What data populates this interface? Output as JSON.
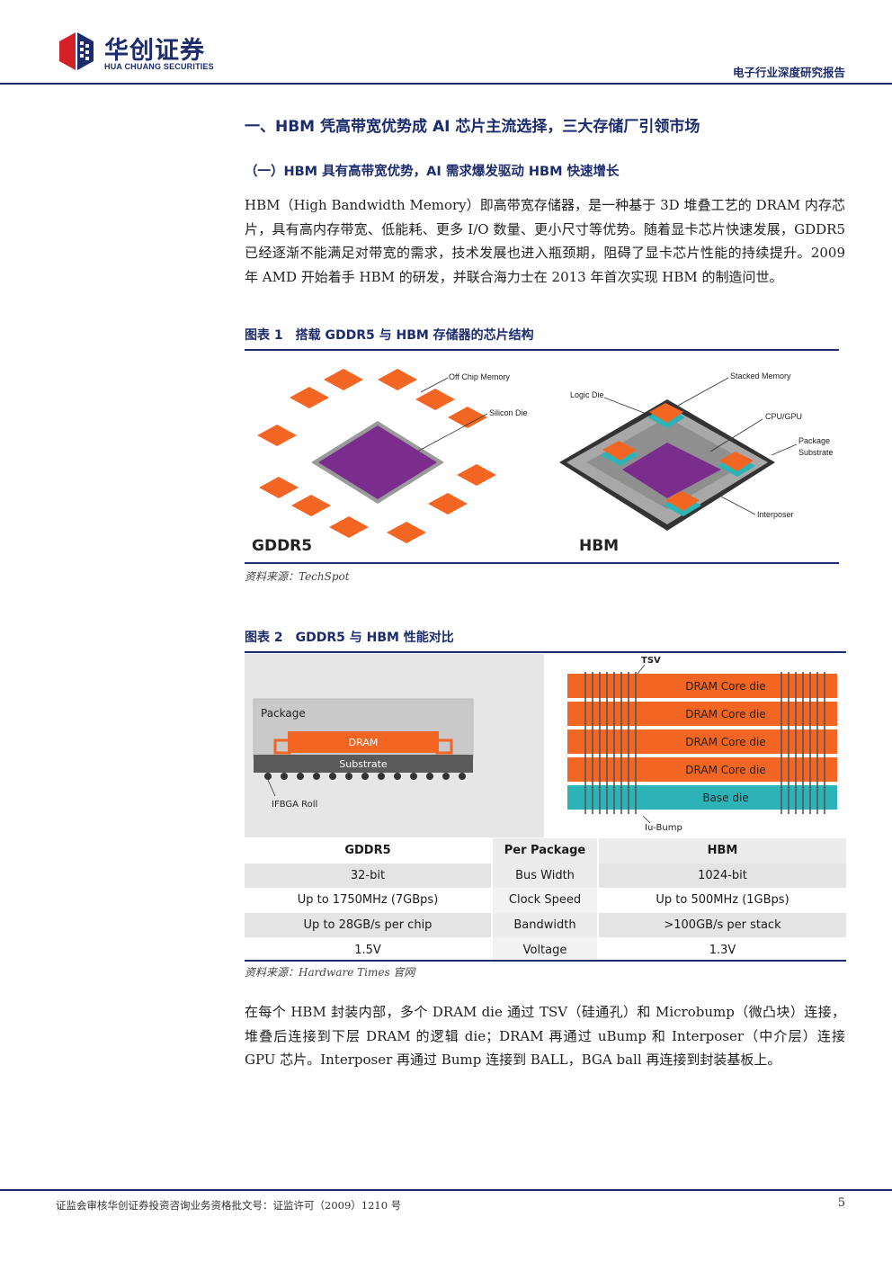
{
  "header": {
    "brand_cn": "华创证券",
    "brand_en": "HUA CHUANG SECURITIES",
    "report_type": "电子行业深度研究报告",
    "colors": {
      "brand": "#1c2c6c",
      "logo_red": "#d42127"
    }
  },
  "section": {
    "h1": "一、HBM 凭高带宽优势成 AI 芯片主流选择，三大存储厂引领市场",
    "h2": "（一）HBM 具有高带宽优势，AI 需求爆发驱动 HBM 快速增长"
  },
  "paragraph1": "HBM（High Bandwidth Memory）即高带宽存储器，是一种基于 3D 堆叠工艺的 DRAM 内存芯片，具有高内存带宽、低能耗、更多 I/O 数量、更小尺寸等优势。随着显卡芯片快速发展，GDDR5 已经逐渐不能满足对带宽的需求，技术发展也进入瓶颈期，阻碍了显卡芯片性能的持续提升。2009 年 AMD 开始着手 HBM 的研发，并联合海力士在 2013 年首次实现 HBM 的制造问世。",
  "figure1": {
    "title": "图表 1　搭载 GDDR5 与 HBM 存储器的芯片结构",
    "labels": {
      "off_chip_memory": "Off Chip Memory",
      "silicon_die": "Silicon Die",
      "gddr5": "GDDR5",
      "logic_die": "Logic Die",
      "stacked_memory": "Stacked Memory",
      "cpu_gpu": "CPU/GPU",
      "package_substrate_1": "Package",
      "package_substrate_2": "Substrate",
      "interposer": "Interposer",
      "hbm": "HBM"
    },
    "colors": {
      "memory": "#f26522",
      "die": "#7b2d8e",
      "interposer": "#2bb3b8"
    },
    "source": "资料来源：TechSpot"
  },
  "figure2": {
    "title": "图表 2　GDDR5 与 HBM 性能对比",
    "left_labels": {
      "package": "Package",
      "dram": "DRAM",
      "substrate": "Substrate",
      "ifbga": "IFBGA Roll"
    },
    "right_labels": {
      "tsv": "TSV",
      "core_dies": [
        "DRAM Core die",
        "DRAM Core die",
        "DRAM Core die",
        "DRAM Core die"
      ],
      "base_die": "Base die",
      "ubump": "Iu-Bump"
    },
    "table": {
      "header": {
        "left": "GDDR5",
        "mid": "Per Package",
        "right": "HBM"
      },
      "rows": [
        {
          "left": "32-bit",
          "mid": "Bus Width",
          "right": "1024-bit"
        },
        {
          "left": "Up to 1750MHz (7GBps)",
          "mid": "Clock Speed",
          "right": "Up to 500MHz (1GBps)"
        },
        {
          "left": "Up to 28GB/s per chip",
          "mid": "Bandwidth",
          "right": ">100GB/s per stack"
        },
        {
          "left": "1.5V",
          "mid": "Voltage",
          "right": "1.3V"
        }
      ]
    },
    "source": "资料来源：Hardware Times 官网"
  },
  "paragraph2": "在每个 HBM 封装内部，多个 DRAM die 通过 TSV（硅通孔）和 Microbump（微凸块）连接，堆叠后连接到下层 DRAM 的逻辑 die；DRAM 再通过 uBump 和 Interposer（中介层）连接 GPU 芯片。Interposer 再通过 Bump 连接到 BALL，BGA ball 再连接到封装基板上。",
  "footer": {
    "license": "证监会审核华创证券投资咨询业务资格批文号：证监许可（2009）1210 号",
    "page": "5"
  }
}
